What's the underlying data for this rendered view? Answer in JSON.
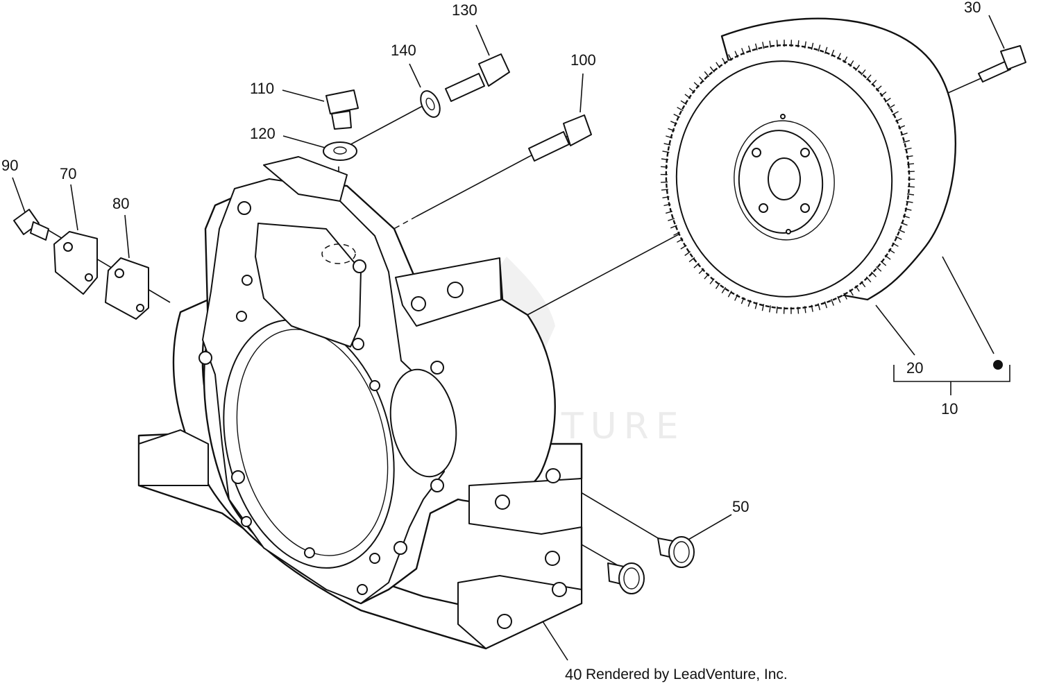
{
  "callouts": {
    "c10": "10",
    "c20": "20",
    "c30": "30",
    "c40": "40",
    "c50": "50",
    "c70": "70",
    "c80": "80",
    "c90": "90",
    "c100": "100",
    "c110": "110",
    "c120": "120",
    "c130": "130",
    "c140": "140"
  },
  "credit": "Rendered by LeadVenture, Inc.",
  "watermark": "LEADVENTURE"
}
